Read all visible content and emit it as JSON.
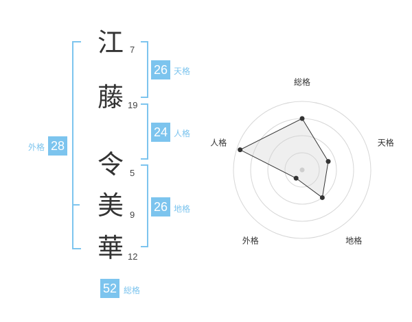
{
  "colors": {
    "accent": "#7cc4ee",
    "text": "#333333"
  },
  "name_chars": [
    {
      "char": "江",
      "strokes": "7"
    },
    {
      "char": "藤",
      "strokes": "19"
    },
    {
      "char": "令",
      "strokes": "5"
    },
    {
      "char": "美",
      "strokes": "9"
    },
    {
      "char": "華",
      "strokes": "12"
    }
  ],
  "fortunes": {
    "tenkaku": {
      "label": "天格",
      "value": "26"
    },
    "jinkaku": {
      "label": "人格",
      "value": "24"
    },
    "chikaku": {
      "label": "地格",
      "value": "26"
    },
    "gaikaku": {
      "label": "外格",
      "value": "28"
    },
    "soukaku": {
      "label": "総格",
      "value": "52"
    }
  },
  "chart_data": {
    "type": "radar",
    "axes": [
      "総格",
      "天格",
      "地格",
      "外格",
      "人格"
    ],
    "values": [
      0.75,
      0.4,
      0.5,
      0.15,
      0.95
    ],
    "range": [
      0,
      1
    ],
    "rings": 4,
    "grid": true
  }
}
